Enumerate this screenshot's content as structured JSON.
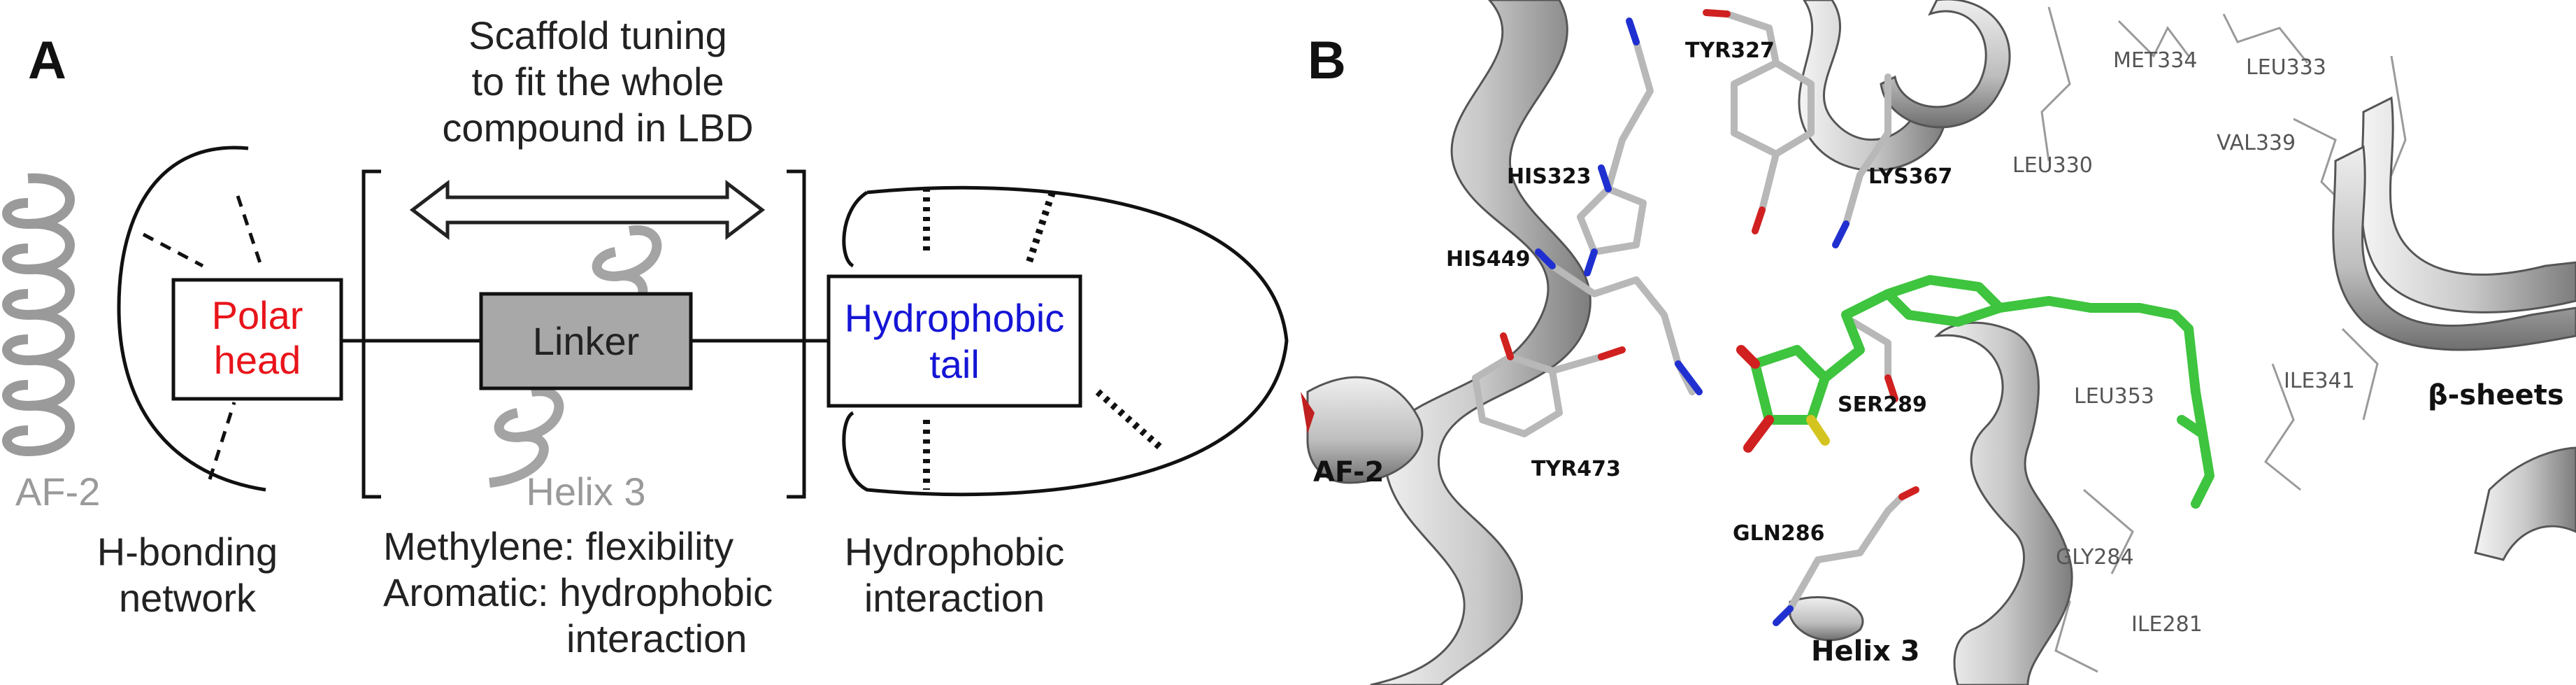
{
  "panel_a": {
    "letter": "A",
    "top_caption": [
      "Scaffold tuning",
      "to fit the whole",
      "compound in LBD"
    ],
    "polar_head": {
      "lines": [
        "Polar",
        "head"
      ],
      "color": "#e8141a"
    },
    "linker": {
      "label": "Linker",
      "fill": "#a8a8a8"
    },
    "hydrophobic_tail": {
      "lines": [
        "Hydrophobic",
        "tail"
      ],
      "color": "#1515d6"
    },
    "af2_label": "AF-2",
    "helix3_label": "Helix 3",
    "hbond_caption": [
      "H-bonding",
      "network"
    ],
    "linker_caption": [
      "Methylene: flexibility",
      "Aromatic: hydrophobic",
      "interaction"
    ],
    "hydrophobic_caption": [
      "Hydrophobic",
      "interaction"
    ]
  },
  "panel_b": {
    "letter": "B",
    "residues_bold": [
      "TYR327",
      "HIS323",
      "LYS367",
      "HIS449",
      "SER289",
      "TYR473",
      "GLN286"
    ],
    "residues_thin": [
      "MET334",
      "LEU333",
      "LEU330",
      "VAL339",
      "LEU353",
      "ILE341",
      "GLY284",
      "ILE281"
    ],
    "structure_labels": [
      "AF-2",
      "Helix 3",
      "β-sheets"
    ],
    "ligand_color": "#3ec43e"
  }
}
